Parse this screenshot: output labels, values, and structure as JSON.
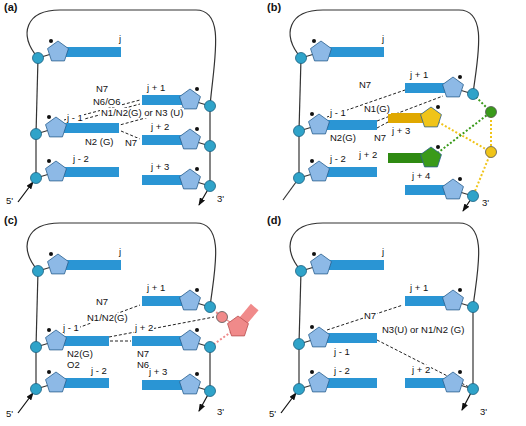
{
  "diagram": {
    "labels": [
      "(a)",
      "j",
      "N7",
      "j + 1",
      "N6/O6",
      "N1/N2(G) or N3 (U)",
      "j - 1",
      "N2 (G)",
      "N7",
      "j + 2",
      "j - 2",
      "j + 3",
      "5'",
      "3'",
      "(b)",
      "j",
      "N7",
      "j + 1",
      "N1(G)",
      "j - 1",
      "N2(G)",
      "N7",
      "j + 3",
      "j + 2",
      "j - 2",
      "j + 4",
      "3'",
      "(c)",
      "j",
      "N7",
      "j + 1",
      "N1/N2(G)",
      "j - 1",
      "j + 2",
      "N2(G)",
      "O2",
      "N7",
      "N6",
      "j - 2",
      "j + 3",
      "5'",
      "3'",
      "(d)",
      "j",
      "N7",
      "j + 1",
      "N3(U) or N1/N2 (G)",
      "j - 1",
      "j - 2",
      "j + 2",
      "5'",
      "3'"
    ]
  }
}
